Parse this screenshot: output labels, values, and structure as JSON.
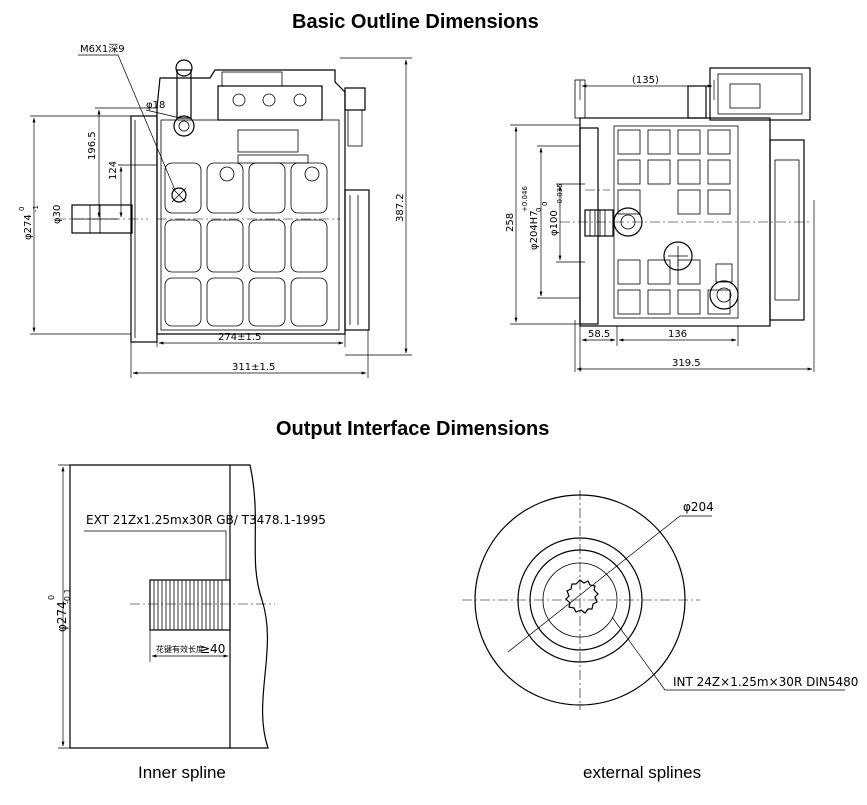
{
  "headings": {
    "basic_outline": "Basic Outline Dimensions",
    "output_interface": "Output Interface Dimensions"
  },
  "captions": {
    "inner_spline": "Inner spline",
    "external_splines": "external splines"
  },
  "front_view": {
    "thread": "M6X1深9",
    "hole_dia": "φ18",
    "shaft_dia": "φ30",
    "dim_196_5": "196.5",
    "dim_124": "124",
    "dim_274_width": "274±1.5",
    "dim_311_width": "311±1.5",
    "dim_height": "387.2",
    "flange_dia": "φ274",
    "flange_tol_upper": "0",
    "flange_tol_lower": "-1"
  },
  "side_view": {
    "dim_135": "(135)",
    "dim_258": "258",
    "bore_dia": "φ204H7",
    "bore_tol_upper": "+0.046",
    "bore_tol_lower": "0",
    "pilot_dia": "φ100",
    "pilot_tol_upper": "0",
    "pilot_tol_lower": "-0.035",
    "dim_58_5": "58.5",
    "dim_136": "136",
    "dim_319_5": "319.5"
  },
  "inner_spline_view": {
    "spec": "EXT 21Zx1.25mx30R GB/ T3478.1-1995",
    "spline_len_note": "花键有效长度",
    "spline_len_value": "≥40",
    "flange_dia": "φ274",
    "flange_tol_upper": "0",
    "flange_tol_lower": "-0.1"
  },
  "external_spline_view": {
    "outer_dia": "φ204",
    "spec": "INT 24Z×1.25m×30R DIN5480"
  }
}
